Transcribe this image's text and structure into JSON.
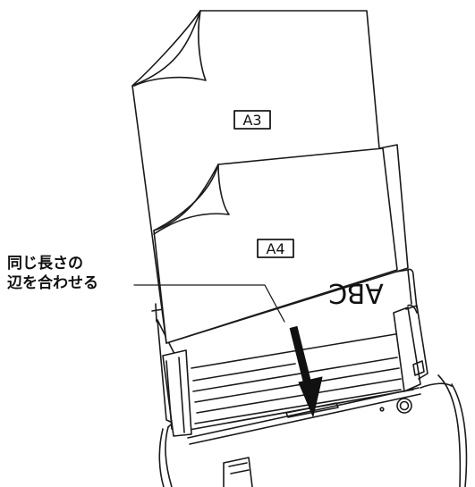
{
  "labels": {
    "a3": "A3",
    "a4": "A4",
    "abc": "ABC",
    "callout_line1": "同じ長さの",
    "callout_line2": "辺を合わせる"
  },
  "colors": {
    "stroke": "#1a1a1a",
    "paper": "#ffffff",
    "arrow": "#111111"
  }
}
